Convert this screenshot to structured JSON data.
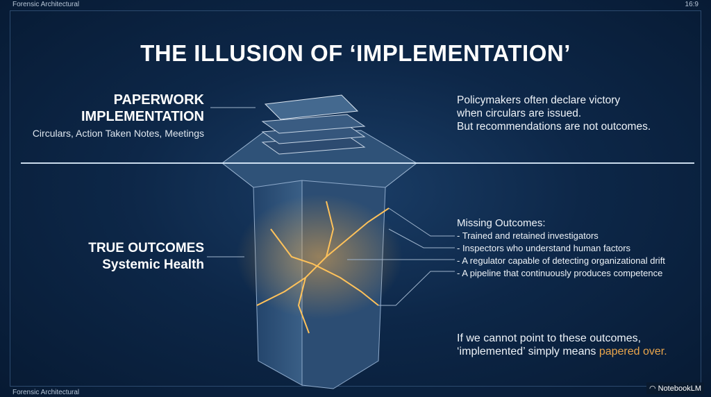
{
  "header": {
    "left": "Forensic Architectural",
    "right": "16:9"
  },
  "footer": {
    "left": "Forensic Architectural",
    "brand": "NotebookLM"
  },
  "title": "THE ILLUSION OF ‘IMPLEMENTATION’",
  "paperwork": {
    "heading1": "PAPERWORK",
    "heading2": "IMPLEMENTATION",
    "sub": "Circulars, Action Taken Notes, Meetings"
  },
  "outcomes": {
    "heading1": "TRUE OUTCOMES",
    "heading2": "Systemic Health"
  },
  "policy": {
    "line1": "Policymakers often declare victory",
    "line2": "when circulars are issued.",
    "line3": "But recommendations are not outcomes."
  },
  "missing": {
    "heading": "Missing Outcomes:",
    "items": [
      "- Trained and retained investigators",
      "- Inspectors who understand human factors",
      "- A regulator capable of detecting organizational drift",
      "- A pipeline that continuously produces competence"
    ]
  },
  "conclusion": {
    "line1": "If we cannot point to these outcomes,",
    "line2_a": "‘implemented’ simply means ",
    "line2_b": "papered over."
  },
  "colors": {
    "accent": "#e9a54c",
    "background": "#0b1f3a"
  }
}
